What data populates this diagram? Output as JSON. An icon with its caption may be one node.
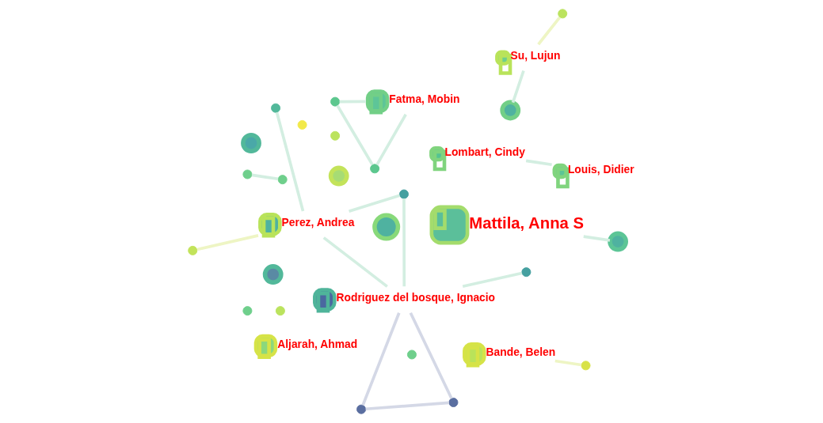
{
  "diagram": {
    "nodes": [
      {
        "text": [
          "Bande, Belen"
        ]
      },
      {
        "text": [],
        "shape": "circle"
      },
      {
        "text": [],
        "shape": "circle"
      },
      {
        "text": [
          "Fatma, Mobin"
        ]
      },
      {
        "text": [],
        "shape": "circle"
      },
      {
        "text": [],
        "shape": "circle"
      },
      {
        "text": [],
        "shape": "circle"
      },
      {
        "text": [],
        "shape": "circle"
      },
      {
        "text": [],
        "shape": "circle"
      },
      {
        "text": [],
        "shape": "circle"
      },
      {
        "text": [],
        "shape": "circle"
      },
      {
        "text": [
          "Mattila, Anna S"
        ]
      },
      {
        "text": [
          "Lombart, Cindy"
        ]
      },
      {
        "text": [],
        "shape": "circle"
      },
      {
        "text": [],
        "shape": "circle"
      },
      {
        "text": [
          "Louis, Didier"
        ]
      },
      {
        "text": [],
        "shape": "circle"
      },
      {
        "text": [],
        "shape": "circle"
      },
      {
        "text": [],
        "shape": "circle"
      },
      {
        "text": [],
        "shape": "circle"
      },
      {
        "text": [
          "Aljarah, Ahmad"
        ]
      },
      {
        "text": [],
        "shape": "circle"
      },
      {
        "text": [
          "Perez, Andrea"
        ]
      },
      {
        "text": [],
        "shape": "circle"
      },
      {
        "text": [],
        "shape": "circle"
      },
      {
        "text": [],
        "shape": "circle"
      },
      {
        "text": [
          "Su, Lujun"
        ]
      },
      {
        "text": [
          "Rodriguez del bosque, Ignacio"
        ]
      },
      {
        "text": [],
        "shape": "circle"
      },
      {
        "text": [],
        "shape": "circle"
      },
      {
        "text": [],
        "shape": "circle"
      },
      {
        "text": [],
        "shape": "circle"
      }
    ],
    "edges": [
      {
        "from": 0,
        "to": 2,
        "arrow": "none",
        "color": "#eef5c4"
      },
      {
        "from": 1,
        "to": 3,
        "arrow": "none"
      },
      {
        "from": 1,
        "to": 6,
        "arrow": "none"
      },
      {
        "from": 6,
        "to": 3,
        "arrow": "none"
      },
      {
        "from": 11,
        "to": 14,
        "arrow": "none"
      },
      {
        "from": 12,
        "to": 15,
        "arrow": "none"
      },
      {
        "from": 21,
        "to": 23,
        "arrow": "none"
      },
      {
        "from": 22,
        "to": 17,
        "arrow": "none",
        "color": "#eef5c4"
      },
      {
        "from": 22,
        "to": 18,
        "arrow": "none"
      },
      {
        "from": 22,
        "to": 24,
        "arrow": "none"
      },
      {
        "from": 22,
        "to": 27,
        "arrow": "none"
      },
      {
        "from": 27,
        "to": 25,
        "arrow": "none"
      },
      {
        "from": 27,
        "to": 24,
        "arrow": "none"
      },
      {
        "from": 27,
        "to": 30,
        "arrow": "none",
        "color": "#d4d8e6"
      },
      {
        "from": 27,
        "to": 31,
        "arrow": "none",
        "color": "#d4d8e6"
      },
      {
        "from": 30,
        "to": 31,
        "arrow": "none",
        "color": "#d4d8e6"
      },
      {
        "from": 26,
        "to": 28,
        "arrow": "none",
        "color": "#eef5c4"
      },
      {
        "from": 26,
        "to": 29,
        "arrow": "none"
      }
    ]
  }
}
